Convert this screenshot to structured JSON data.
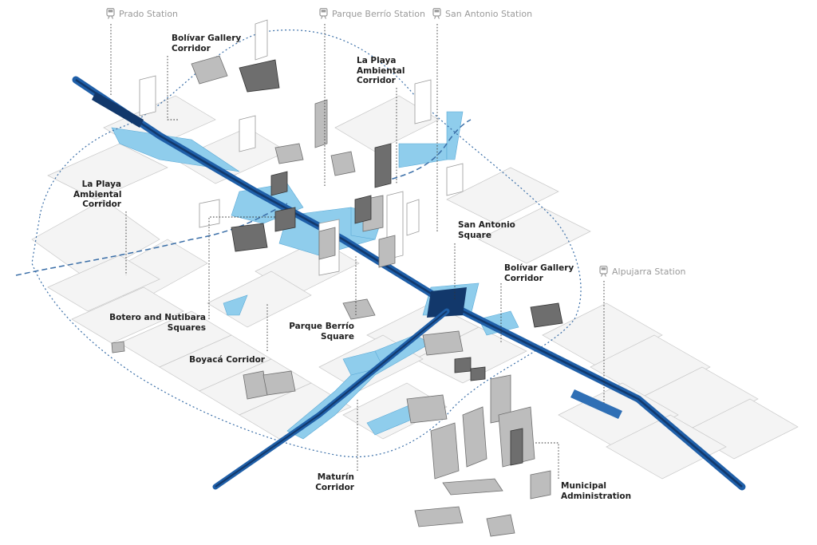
{
  "stations": [
    {
      "id": "prado",
      "label": "Prado Station",
      "icon": "metro-train-icon"
    },
    {
      "id": "parque_berrio",
      "label": "Parque Berrío Station",
      "icon": "metro-train-icon"
    },
    {
      "id": "san_antonio",
      "label": "San Antonio Station",
      "icon": "metro-train-icon"
    },
    {
      "id": "alpujarra",
      "label": "Alpujarra Station",
      "icon": "metro-train-icon"
    }
  ],
  "labels": {
    "bolivar_gallery_top": "Bolívar Gallery\nCorridor",
    "la_playa_top": "La Playa\nAmbiental\nCorridor",
    "la_playa_left": "La Playa\nAmbiental\nCorridor",
    "san_antonio_square": "San Antonio\nSquare",
    "bolivar_gallery_right": "Bolívar Gallery\nCorridor",
    "botero_nutibara": "Botero and Nutibara\nSquares",
    "parque_berrio_square": "Parque Berrío\nSquare",
    "boyaca": "Boyacá Corridor",
    "maturin": "Maturín\nCorridor",
    "municipal": "Municipal\nAdministration"
  },
  "colors": {
    "metro_line": "#1f5fa8",
    "metro_line_dark": "#12386b",
    "highlight": "#8fcdec",
    "boundary": "#3b6fa8",
    "station_text": "#9a9a9a",
    "label_text": "#1f1f1f"
  }
}
